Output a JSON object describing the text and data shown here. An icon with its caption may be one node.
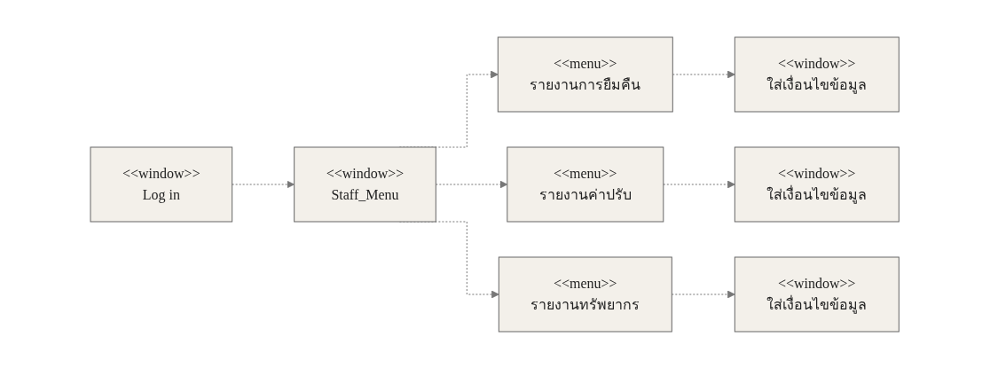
{
  "diagram": {
    "nodes": [
      {
        "text": [
          "<<window>>",
          "Log in"
        ]
      },
      {
        "text": [
          "<<window>>",
          "Staff_Menu"
        ]
      },
      {
        "text": [
          "<<menu>>",
          "รายงานการยืมคืน"
        ]
      },
      {
        "text": [
          "<<window>>",
          "ใส่เงื่อนไขข้อมูล"
        ]
      },
      {
        "text": [
          "<<menu>>",
          "รายงานค่าปรับ"
        ]
      },
      {
        "text": [
          "<<window>>",
          "ใส่เงื่อนไขข้อมูล"
        ]
      },
      {
        "text": [
          "<<menu>>",
          "รายงานทรัพยากร"
        ]
      },
      {
        "text": [
          "<<window>>",
          "ใส่เงื่อนไขข้อมูล"
        ]
      }
    ],
    "edges": [
      {
        "from": 0,
        "to": 1,
        "arrow": "to",
        "style": "dashed"
      },
      {
        "from": 1,
        "to": 2,
        "arrow": "to",
        "style": "dashed"
      },
      {
        "from": 1,
        "to": 4,
        "arrow": "to",
        "style": "dashed"
      },
      {
        "from": 1,
        "to": 6,
        "arrow": "to",
        "style": "dashed"
      },
      {
        "from": 2,
        "to": 3,
        "arrow": "to",
        "style": "dashed"
      },
      {
        "from": 4,
        "to": 5,
        "arrow": "to",
        "style": "dashed"
      },
      {
        "from": 6,
        "to": 7,
        "arrow": "to",
        "style": "dashed"
      }
    ]
  }
}
